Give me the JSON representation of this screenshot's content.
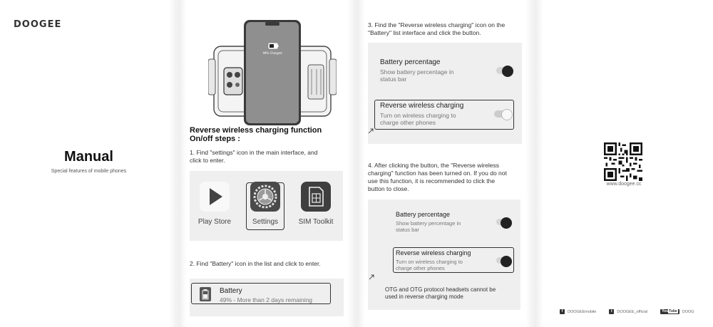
{
  "cover": {
    "brand": "DOOGEE",
    "title": "Manual",
    "subtitle": "Special features of mobile phones"
  },
  "panel2": {
    "heading_line1": "Reverse wireless charging function",
    "heading_line2": "On/off steps :",
    "step1_line1": "1. Find \"settings\" icon in the main interface, and",
    "step1_line2": "click to enter.",
    "apps": [
      {
        "label": "Play Store",
        "icon": "play-store-icon"
      },
      {
        "label": "Settings",
        "icon": "gear-icon"
      },
      {
        "label": "SIM Toolkit",
        "icon": "sim-card-icon"
      }
    ],
    "step2": "2. Find \"Battery\" icon in the list and click to enter.",
    "battery_title": "Battery",
    "battery_sub": "49% - More than 2 days remaining"
  },
  "panel3": {
    "step3_line1": "3. Find the \"Reverse wireless charging\" icon on the",
    "step3_line2": "\"Battery\" list interface and click the button.",
    "box1": {
      "pct_title": "Battery percentage",
      "pct_sub_line1": "Show battery percentage in",
      "pct_sub_line2": "status bar",
      "rev_title": "Reverse wireless charging",
      "rev_sub_line1": "Turn on wireless charging to",
      "rev_sub_line2": "charge other phones"
    },
    "step4_line1": "4. After clicking the button, the \"Reverse wireless",
    "step4_line2": "charging\" function has been turned on. If you do not",
    "step4_line3": "use this function, it is recommended to click the",
    "step4_line4": "button to close.",
    "box2": {
      "pct_title": "Battery percentage",
      "pct_sub_line1": "Show battery percentage in",
      "pct_sub_line2": "status bar",
      "rev_title": "Reverse wireless charging",
      "rev_sub_line1": "Turn on wireless charging to",
      "rev_sub_line2": "charge other phones",
      "note_line1": "OTG and OTG protocol headsets cannot be",
      "note_line2": "used in reverse charging mode"
    }
  },
  "back": {
    "url": "www.doogee.cc",
    "facebook": "DOOGEEmobile",
    "twitter": "DOOGEE_official",
    "youtube": "DOOG"
  },
  "colors": {
    "toggle_on": "#222222",
    "box_background": "#efefef"
  }
}
